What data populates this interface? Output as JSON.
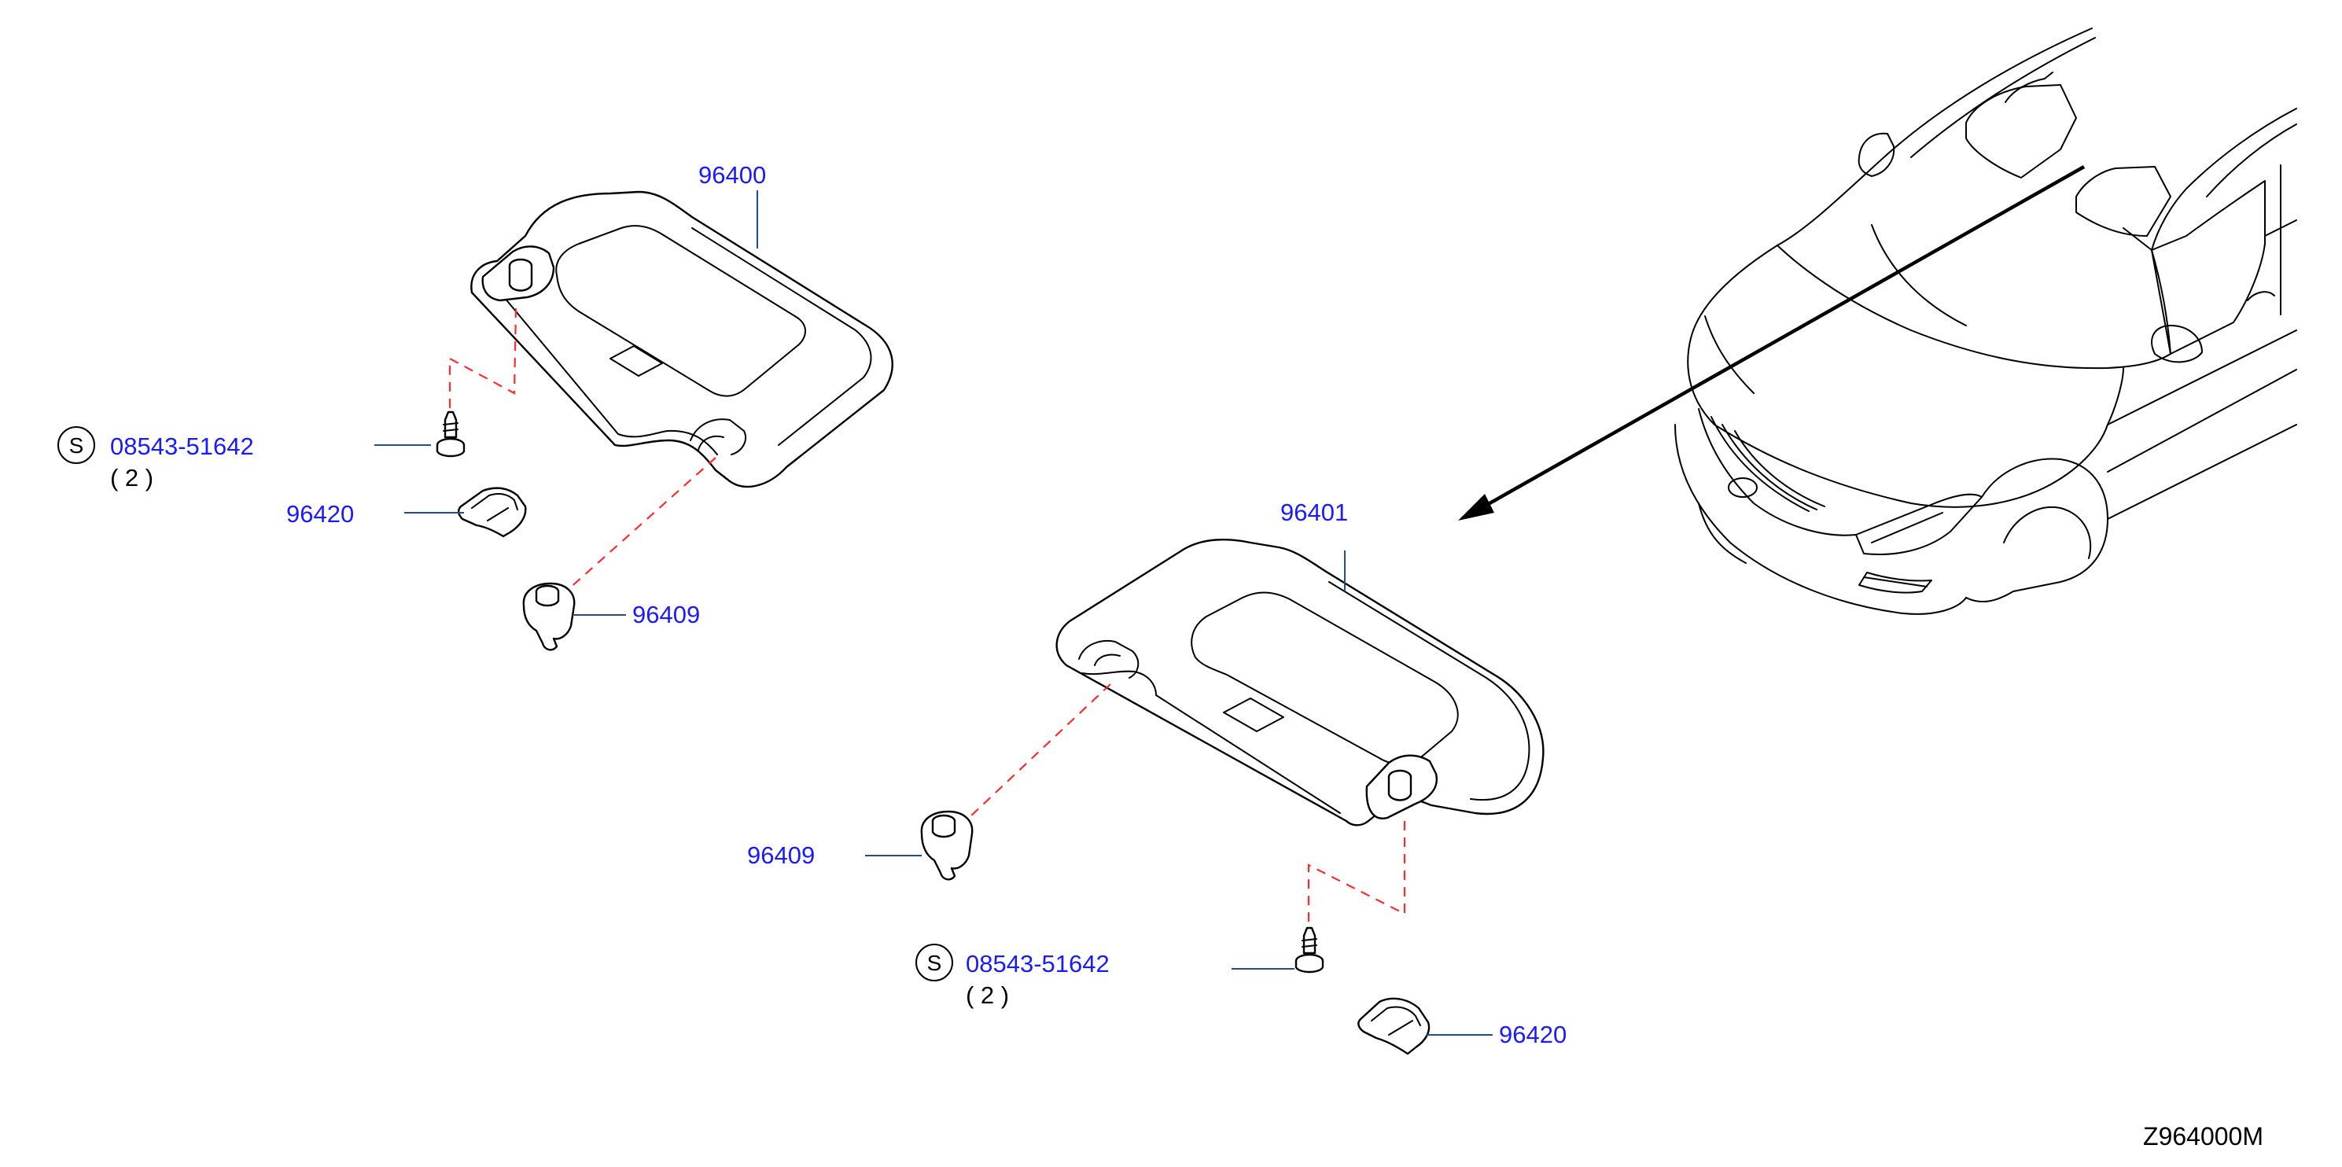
{
  "colors": {
    "label": "#1a1aff",
    "leader": "#1f4f8f",
    "dash": "#ff2b2b",
    "outline": "#000000"
  },
  "labels": {
    "visor_left": "96400",
    "visor_right": "96401",
    "holder_left": "96409",
    "holder_right": "96409",
    "cover_left": "96420",
    "cover_right": "96420",
    "screw_left": "08543-51642",
    "screw_right": "08543-51642",
    "screw_symbol_left": "S",
    "screw_symbol_right": "S",
    "screw_qty_left": "( 2 )",
    "screw_qty_right": "( 2 )",
    "diagram_code": "Z964000M"
  },
  "icons": {
    "screw_symbol": "circled-s-icon",
    "vehicle": "car-outline-illustration",
    "pointer": "arrow-icon"
  }
}
